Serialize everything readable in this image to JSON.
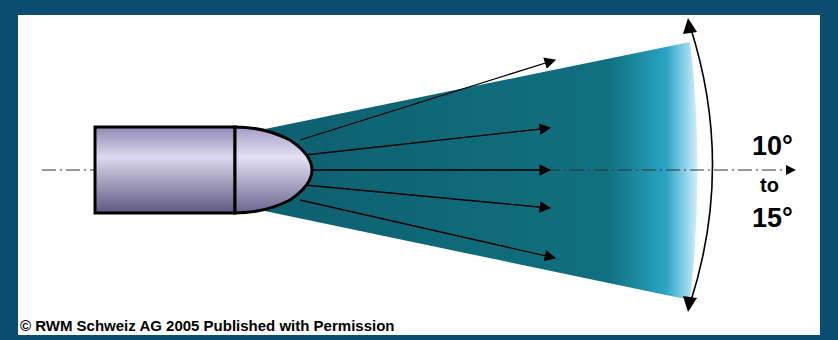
{
  "diagram": {
    "labels": [
      "10°",
      "to",
      "15°",
      "© RWM Schweiz AG 2005 Published with Permission"
    ]
  }
}
